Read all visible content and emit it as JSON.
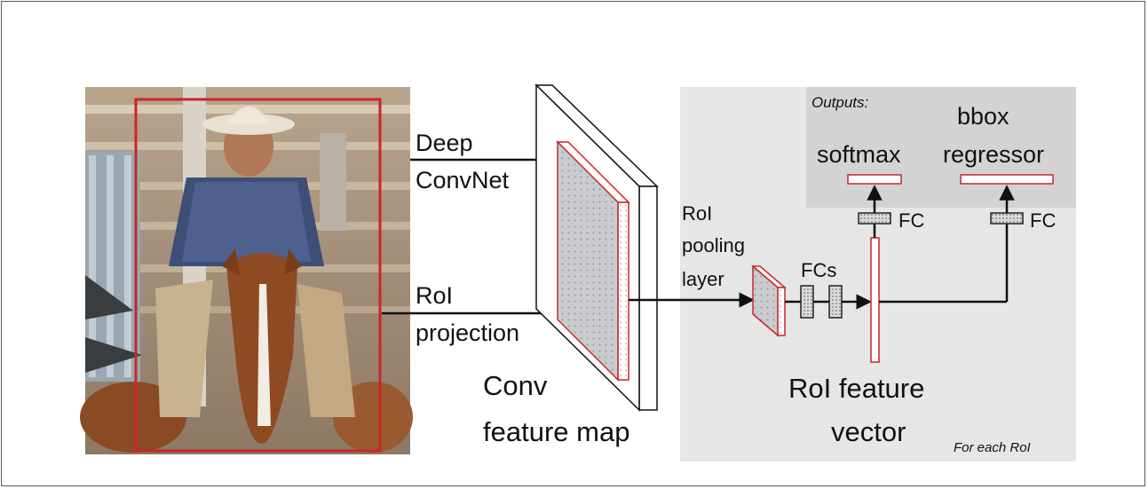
{
  "labels": {
    "deep": "Deep",
    "convnet": "ConvNet",
    "roi": "RoI",
    "projection": "projection",
    "conv": "Conv",
    "feature_map": "feature map",
    "roi_pool_1": "RoI",
    "roi_pool_2": "pooling",
    "roi_pool_3": "layer",
    "fcs": "FCs",
    "outputs": "Outputs:",
    "softmax": "softmax",
    "bbox": "bbox",
    "regressor": "regressor",
    "fc_left": "FC",
    "fc_right": "FC",
    "roi_feature": "RoI feature",
    "vector": "vector",
    "for_each_roi": "For each RoI"
  },
  "colors": {
    "roi_red": "#c8262b",
    "panel_gray": "#e6e6e6",
    "outputs_gray": "#d3d3d3"
  },
  "photo": {
    "description_icon": "person-on-horse-photo"
  }
}
